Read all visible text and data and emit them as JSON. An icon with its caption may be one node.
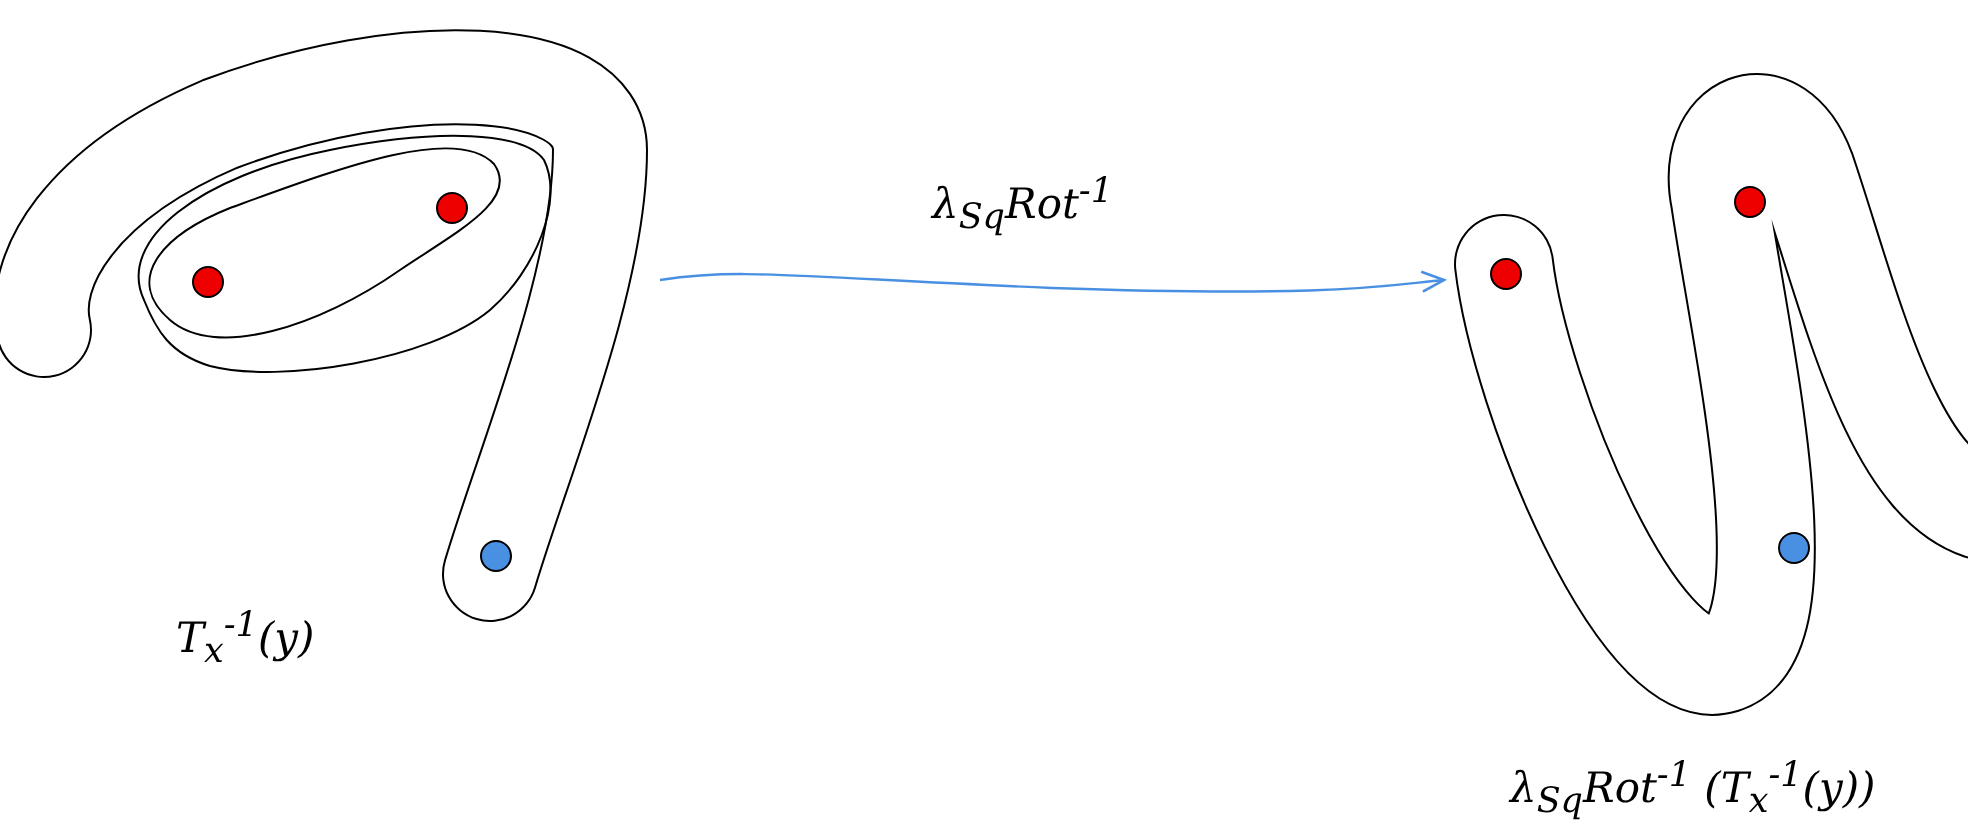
{
  "diagram": {
    "nodes": [
      {
        "text": [],
        "shape": "picture",
        "beside": [
          "T$_{x}$$^{-1}$(y)"
        ]
      },
      {
        "text": [],
        "shape": "picture",
        "beside": [
          "λ$_{Sq}$Rot$^{-1}$ (T$_{x}$$^{-1}$(y))"
        ]
      }
    ],
    "edges": [
      {
        "from": 0,
        "to": 1,
        "arrow": "to",
        "label": "λ$_{Sq}$Rot$^{-1}$"
      }
    ]
  }
}
